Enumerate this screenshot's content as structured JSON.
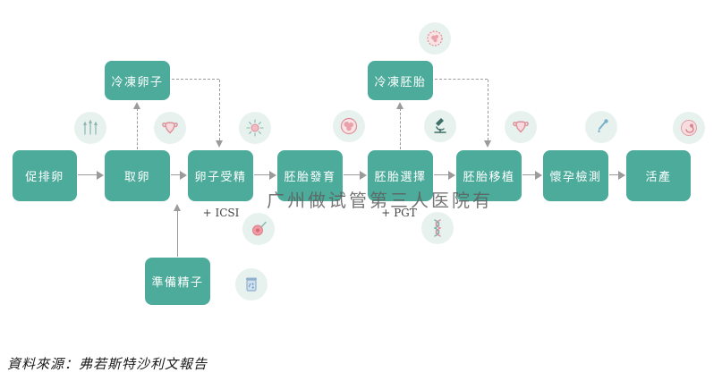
{
  "colors": {
    "box_teal": "#4cab9a",
    "arrow_gray": "#9b9b9b",
    "icon_circle_bg": "#e7f2ef",
    "accent_pink": "#dc8f98",
    "accent_teal": "#8ab5ad",
    "watermark_gray": "#5f5f5f"
  },
  "watermark": {
    "text": "广州做试管第三人医院有"
  },
  "source": {
    "text": "資料來源：弗若斯特沙利文報告"
  },
  "steps": {
    "main": [
      {
        "label": "促排卵"
      },
      {
        "label": "取卵"
      },
      {
        "label": "卵子受精",
        "note": "+ ICSI"
      },
      {
        "label": "胚胎發育"
      },
      {
        "label": "胚胎選擇",
        "note": "+ PGT"
      },
      {
        "label": "胚胎移植"
      },
      {
        "label": "懷孕檢測"
      },
      {
        "label": "活產"
      }
    ],
    "frozen_eggs": {
      "label": "冷凍卵子"
    },
    "frozen_embryos": {
      "label": "冷凍胚胎"
    },
    "sperm_preparation": {
      "label": "準備精子"
    }
  },
  "icons": [
    "syringe-icon",
    "uterus-icon",
    "fertilization-icon",
    "embryo-icon",
    "microscope-icon",
    "uterus-icon",
    "dropper-icon",
    "baby-icon",
    "frozen-embryo-icon",
    "icsi-injection-icon",
    "dna-icon",
    "sperm-sample-icon"
  ]
}
